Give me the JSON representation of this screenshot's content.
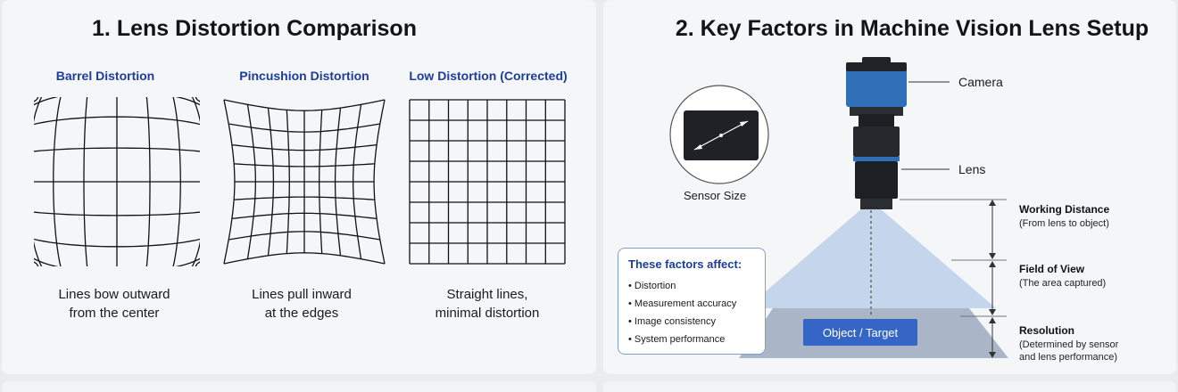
{
  "left_panel": {
    "title": "1. Lens Distortion Comparison",
    "grids": [
      {
        "label": "Barrel Distortion",
        "caption_lines": [
          "Lines bow outward",
          "from the center"
        ],
        "type": "barrel"
      },
      {
        "label": "Pincushion Distortion",
        "caption_lines": [
          "Lines pull inward",
          "at the edges"
        ],
        "type": "pincushion"
      },
      {
        "label": "Low Distortion (Corrected)",
        "caption_lines": [
          "Straight lines,",
          "minimal distortion"
        ],
        "type": "straight"
      }
    ]
  },
  "right_panel": {
    "title": "2. Key Factors in Machine Vision Lens Setup",
    "camera_label": "Camera",
    "lens_label": "Lens",
    "sensor_label": "Sensor Size",
    "dimensions": [
      {
        "title": "Working Distance",
        "sub": [
          "(From lens to object)"
        ]
      },
      {
        "title": "Field of View",
        "sub": [
          "(The area captured)"
        ]
      },
      {
        "title": "Resolution",
        "sub": [
          "(Determined by sensor",
          "and lens performance)"
        ]
      }
    ],
    "affects_title": "These factors affect:",
    "affects_items": [
      "Distortion",
      "Measurement accuracy",
      "Image consistency",
      "System performance"
    ],
    "target_label": "Object / Target"
  },
  "colors": {
    "accent": "#1c3d9c",
    "camera_blue": "#2f6fb8",
    "target_blue": "#3566c6",
    "cone": "#b9cde8"
  }
}
